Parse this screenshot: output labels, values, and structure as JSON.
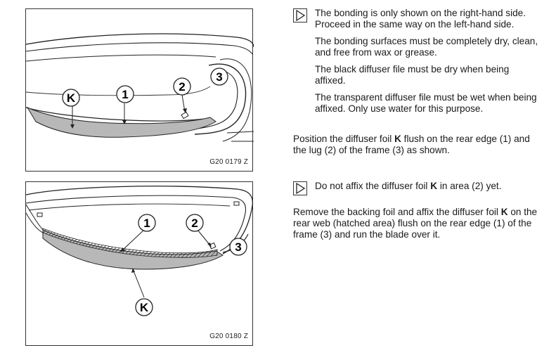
{
  "figure1": {
    "code": "G20 0179 Z",
    "labels": {
      "k": "K",
      "one": "1",
      "two": "2",
      "three": "3"
    }
  },
  "figure2": {
    "code": "G20 0180 Z",
    "labels": {
      "k": "K",
      "one": "1",
      "two": "2",
      "three": "3"
    }
  },
  "section1": {
    "notes": [
      "The bonding is only shown on the right-hand side. Proceed in the same way on the left-hand side.",
      "The bonding surfaces must be completely dry, clean, and free from wax or grease.",
      "The black diffuser file must be dry when being affixed.",
      "The transparent diffuser file must be wet when being affixed. Only use water for this purpose."
    ],
    "instruction": {
      "before": "Position the diffuser foil ",
      "bold": "K",
      "after": " flush on the rear edge (1) and the lug (2) of the frame (3) as shown."
    }
  },
  "section2": {
    "note": {
      "before": "Do not affix the diffuser foil ",
      "bold": "K",
      "after": " in area (2) yet."
    },
    "instruction": {
      "before": "Remove the backing foil and affix the diffuser foil ",
      "bold": "K",
      "after": " on the rear web (hatched area) flush on the rear edge (1) of the frame (3) and run the blade over it."
    }
  }
}
